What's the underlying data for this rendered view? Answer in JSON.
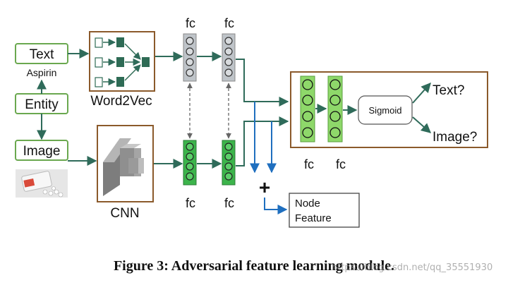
{
  "inputs": {
    "text_label": "Text",
    "text_example": "Aspirin",
    "entity_label": "Entity",
    "image_label": "Image"
  },
  "modules": {
    "word2vec": "Word2Vec",
    "cnn": "CNN",
    "sigmoid": "Sigmoid"
  },
  "fc_labels": [
    "fc",
    "fc",
    "fc",
    "fc",
    "fc",
    "fc"
  ],
  "outputs": {
    "text_q": "Text?",
    "image_q": "Image?",
    "plus": "+",
    "node_feature_line1": "Node",
    "node_feature_line2": "Feature"
  },
  "caption": "Figure 3: Adversarial feature learning module.",
  "watermark": "https://blog.csdn.net/qq_35551930",
  "colors": {
    "green_box_border": "#6aa84f",
    "brown_box_border": "#8b5a2b",
    "grey_fc": "#bfc4c9",
    "green_fc": "#3cb44b",
    "lime_fc": "#8ed86a",
    "arrow_teal": "#2f6b5a",
    "arrow_blue": "#1f6fbf",
    "word2vec_node": "#2e6b55"
  }
}
